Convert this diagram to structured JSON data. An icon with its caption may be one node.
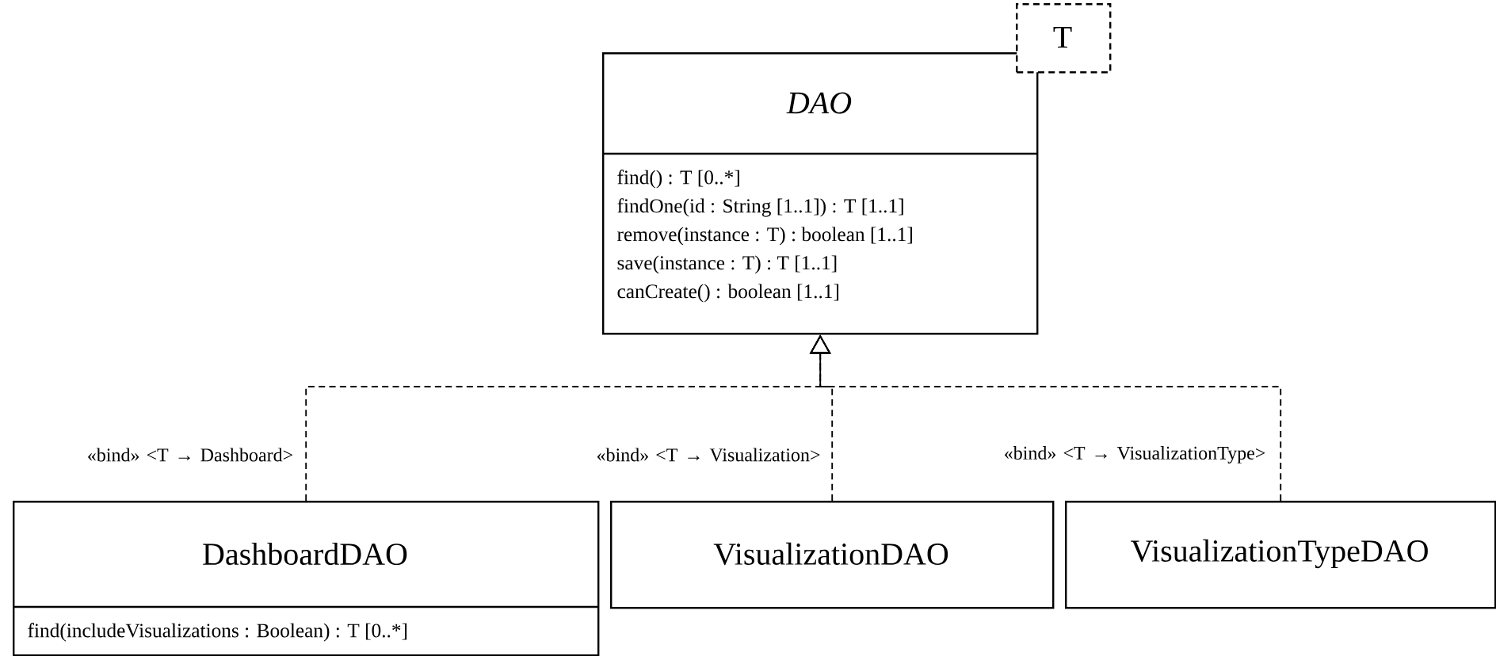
{
  "diagram": {
    "nodes": [
      {
        "text": [
          "DAO",
          "find() : T [0..*]",
          "findOne(id : String [1..1]) : T [1..1]",
          "remove(instance : T) : boolean [1..1]",
          "save(instance : T) : T [1..1]",
          "canCreate() : boolean [1..1]"
        ]
      },
      {
        "text": [
          "T"
        ]
      },
      {
        "text": [
          "DashboardDAO",
          "find(includeVisualizations : Boolean) : T [0..*]"
        ]
      },
      {
        "text": [
          "VisualizationDAO"
        ]
      },
      {
        "text": [
          "VisualizationTypeDAO"
        ]
      }
    ],
    "edges": [
      {
        "from": 2,
        "to": 0,
        "arrow": "to",
        "style": "dashed",
        "label": "«bind» <T → Dashboard>"
      },
      {
        "from": 3,
        "to": 0,
        "arrow": "to",
        "style": "dashed",
        "label": "«bind» <T → Visualization>"
      },
      {
        "from": 4,
        "to": 0,
        "arrow": "to",
        "style": "dashed",
        "label": "«bind» <T → VisualizationType>"
      }
    ]
  }
}
